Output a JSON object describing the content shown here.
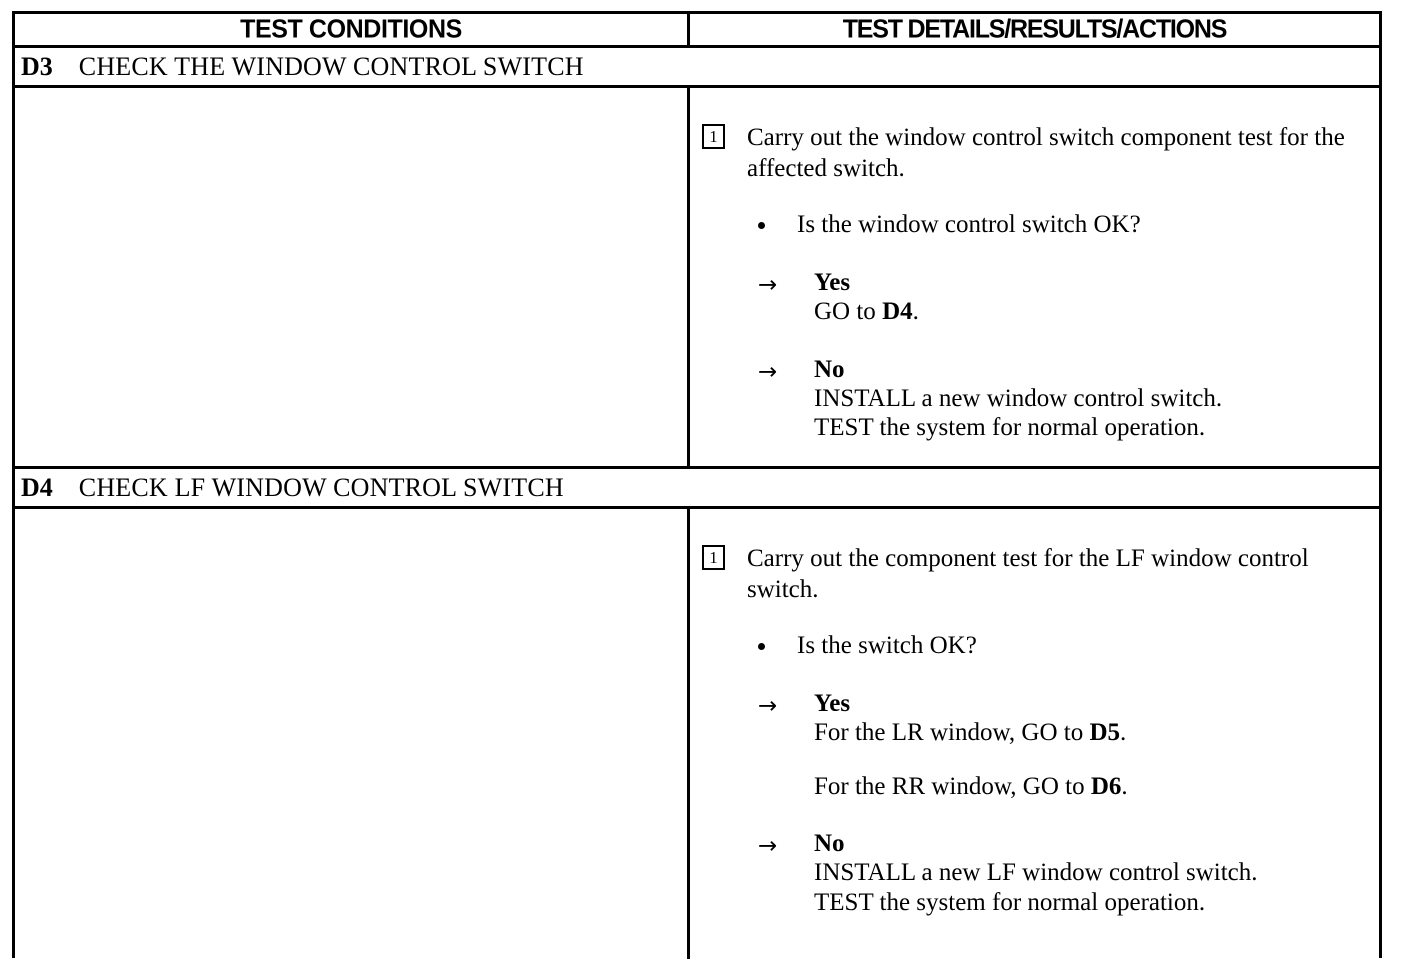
{
  "table": {
    "headers": {
      "test_conditions": "TEST CONDITIONS",
      "test_details": "TEST DETAILS/RESULTS/ACTIONS"
    },
    "sections": [
      {
        "code": "D3",
        "title": "CHECK THE WINDOW CONTROL SWITCH",
        "conditions": "",
        "step": {
          "number": "1",
          "text": "Carry out the window control switch component test for the affected switch."
        },
        "question": "Is the window control switch OK?",
        "branches": [
          {
            "arrow": "→",
            "label": "Yes",
            "lines": [
              {
                "prefix": "GO to ",
                "bold": "D4",
                "suffix": "."
              }
            ]
          },
          {
            "arrow": "→",
            "label": "No",
            "lines": [
              {
                "prefix": "INSTALL a new window control switch.",
                "bold": "",
                "suffix": ""
              },
              {
                "prefix": "TEST the system for normal operation.",
                "bold": "",
                "suffix": ""
              }
            ]
          }
        ]
      },
      {
        "code": "D4",
        "title": "CHECK LF WINDOW CONTROL SWITCH",
        "conditions": "",
        "step": {
          "number": "1",
          "text": "Carry out the component test for the LF window control switch."
        },
        "question": "Is the switch OK?",
        "branches": [
          {
            "arrow": "→",
            "label": "Yes",
            "lines": [
              {
                "prefix": "For the LR window, GO to ",
                "bold": "D5",
                "suffix": "."
              },
              {
                "prefix": "For the RR window, GO to ",
                "bold": "D6",
                "suffix": "."
              }
            ]
          },
          {
            "arrow": "→",
            "label": "No",
            "lines": [
              {
                "prefix": "INSTALL a new LF window control switch.",
                "bold": "",
                "suffix": ""
              },
              {
                "prefix": "TEST the system for normal operation.",
                "bold": "",
                "suffix": ""
              }
            ]
          }
        ]
      }
    ]
  },
  "colors": {
    "ink": "#000000",
    "paper": "#ffffff"
  }
}
